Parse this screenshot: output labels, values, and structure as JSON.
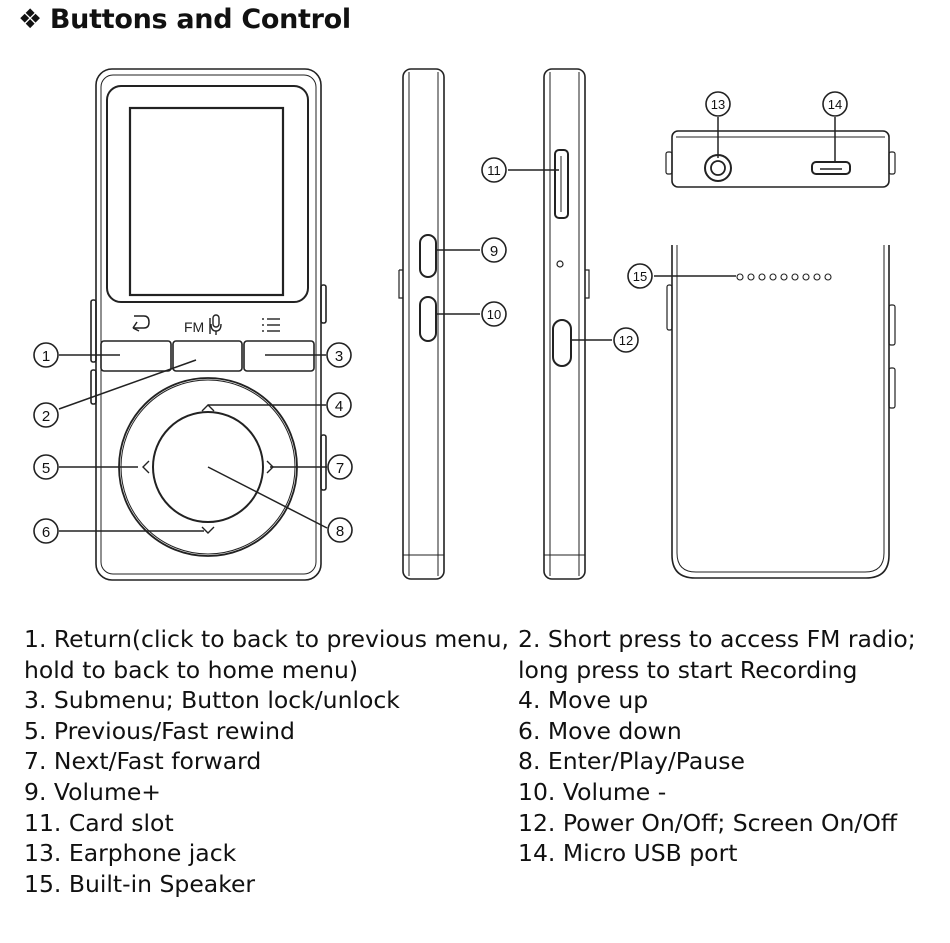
{
  "title": {
    "bullet": "❖",
    "text": "Buttons and Control"
  },
  "front": {
    "fm_label": "FM"
  },
  "callouts": [
    "1",
    "2",
    "3",
    "4",
    "5",
    "6",
    "7",
    "8",
    "9",
    "10",
    "11",
    "12",
    "13",
    "14",
    "15"
  ],
  "legend_left": [
    "1. Return(click to back to previous menu,",
    "hold to back to home menu)",
    "3. Submenu; Button lock/unlock",
    "5. Previous/Fast rewind",
    "7. Next/Fast forward",
    "9. Volume+",
    "11. Card slot",
    "13. Earphone jack",
    "15. Built-in Speaker"
  ],
  "legend_right": [
    "2. Short press to access FM radio;",
    "long press to start Recording",
    "4. Move up",
    "6. Move down",
    "8. Enter/Play/Pause",
    "10. Volume -",
    "12. Power On/Off; Screen On/Off",
    "14. Micro USB port"
  ]
}
